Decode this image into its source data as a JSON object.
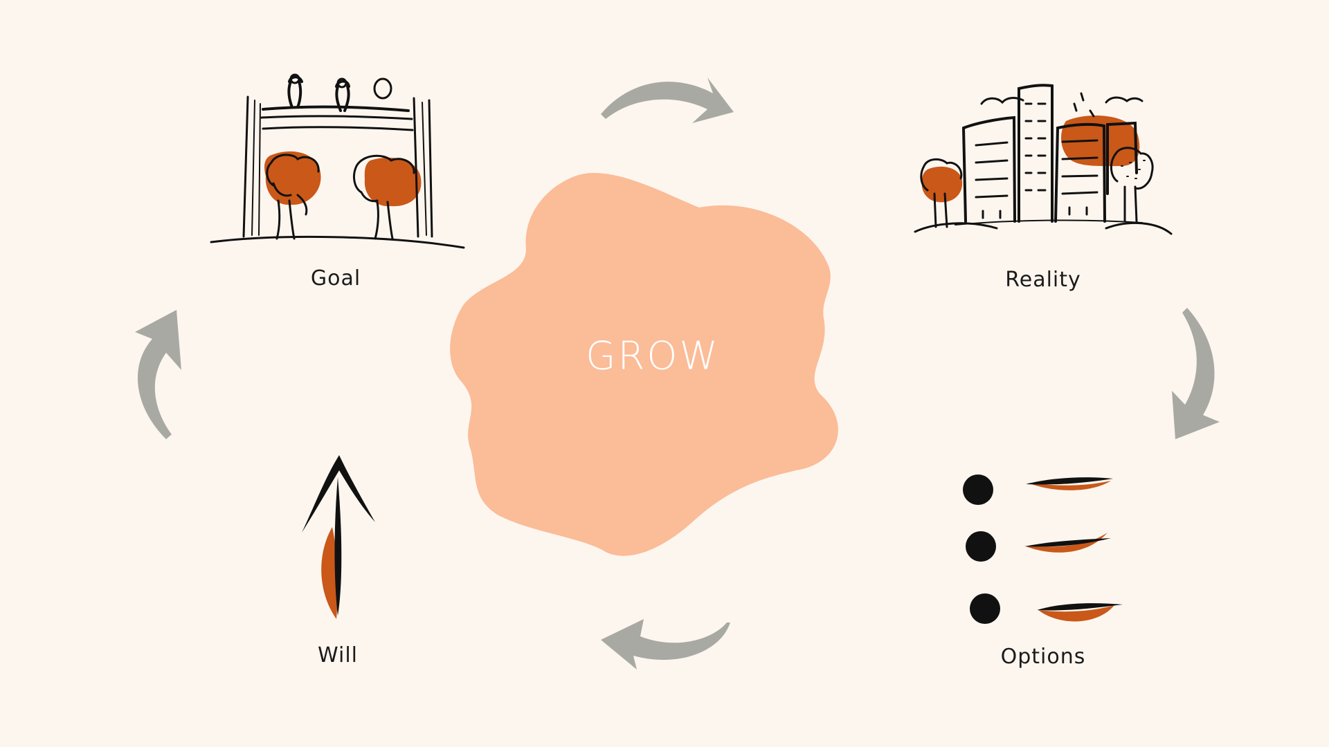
{
  "center": {
    "title": "GROW"
  },
  "stages": {
    "goal": "Goal",
    "reality": "Reality",
    "options": "Options",
    "will": "Will"
  },
  "colors": {
    "background": "#fdf6ef",
    "blob": "#fbbc98",
    "accent": "#c95819",
    "arrow": "#a9a9a3",
    "ink": "#111111"
  },
  "icons": {
    "goal": "pergola-with-birds-and-trees-icon",
    "reality": "city-buildings-icon",
    "options": "bullet-list-icon",
    "will": "up-arrow-icon",
    "cycle": "curved-arrow-icon"
  }
}
